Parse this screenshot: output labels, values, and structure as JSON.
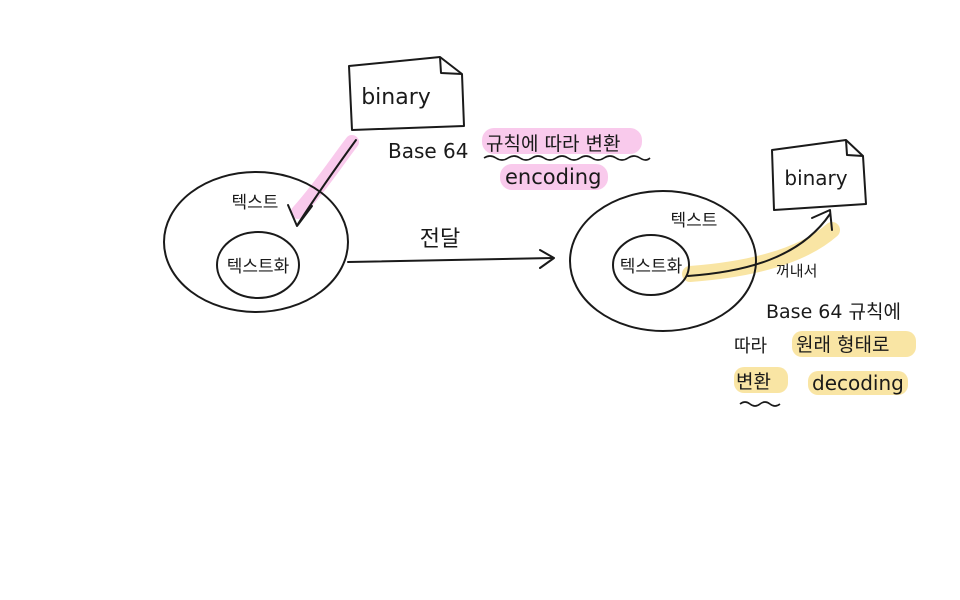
{
  "diagram": {
    "source_doc": {
      "label": "binary"
    },
    "target_doc": {
      "label": "binary"
    },
    "encode_note": {
      "line1_prefix": "Base 64",
      "line1_hl": "규칙에 따라 변환",
      "line2": "encoding"
    },
    "left_outer": {
      "label": "텍스트"
    },
    "left_inner": {
      "label": "텍스트화"
    },
    "transfer": {
      "label": "전달"
    },
    "right_outer": {
      "label": "텍스트"
    },
    "right_inner": {
      "label": "텍스트화"
    },
    "decode_note": {
      "takeout": "꺼내서",
      "line1": "Base 64 규칙에",
      "line2_prefix": "따라",
      "line2_hl": "원래 형태로",
      "line3_hl": "변환",
      "line3_rest": "decoding"
    },
    "colors": {
      "ink": "#1a1a1a",
      "pink_highlight": "#f7b8e6",
      "yellow_highlight": "#f8e29a"
    }
  }
}
